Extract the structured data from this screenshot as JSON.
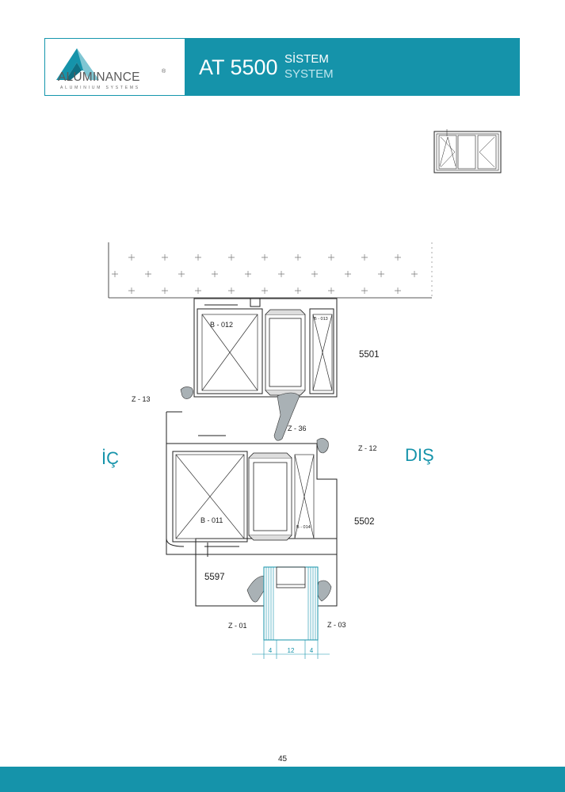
{
  "header": {
    "brand": "ALUMINANCE",
    "brand_mark": "®",
    "brand_sub": "ALUMINIUM SYSTEMS",
    "system_code": "AT 5500",
    "system_tr": "SİSTEM",
    "system_en": "SYSTEM"
  },
  "drawing": {
    "side_inside": "İÇ",
    "side_outside": "DIŞ",
    "profiles": [
      "5501",
      "5502",
      "5597"
    ],
    "gaskets": [
      "Z - 13",
      "Z - 36",
      "Z - 12",
      "Z - 01",
      "Z - 03"
    ],
    "barriers": [
      "B - 012",
      "B - 013",
      "B - 011",
      "B - 014"
    ],
    "glass_dims": [
      "4",
      "12",
      "4"
    ]
  },
  "colors": {
    "accent": "#1593aa"
  },
  "page_number": "45"
}
